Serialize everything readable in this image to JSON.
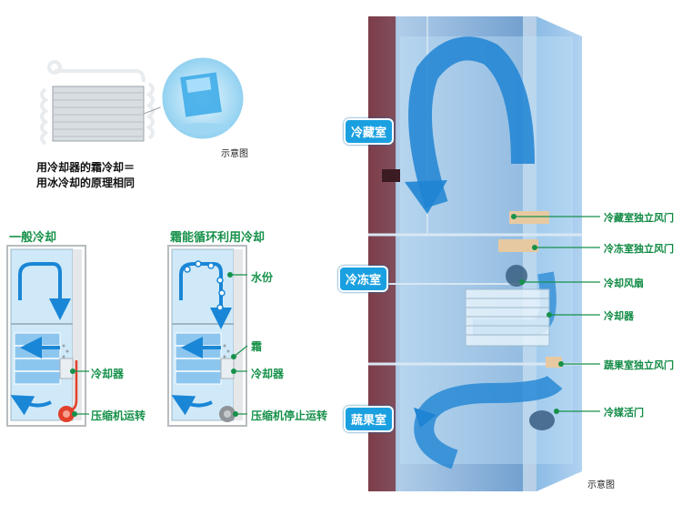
{
  "top_left": {
    "caption_line1": "用冷却器的霜冷却＝",
    "caption_line2": "用冰冷却的原理相同",
    "note": "示意图"
  },
  "panel_general": {
    "title": "一般冷却",
    "cooler_label": "冷却器",
    "compressor_label": "压缩机运转"
  },
  "panel_frost": {
    "title": "霜能循环利用冷却",
    "water_label": "水份",
    "frost_label": "霜",
    "cooler_label": "冷却器",
    "compressor_label": "压缩机停止运转"
  },
  "fridge": {
    "compartments": {
      "fridge": "冷藏室",
      "freezer": "冷冻室",
      "vegetable": "蔬果室"
    },
    "callouts": [
      "冷藏室独立风门",
      "冷冻室独立风门",
      "冷却风扇",
      "冷却器",
      "蔬果室独立风门",
      "冷媒活门"
    ],
    "note": "示意图"
  },
  "colors": {
    "accent_green": "#16914a",
    "blue": "#1aa0e0",
    "compressor_red": "#e2402b"
  }
}
